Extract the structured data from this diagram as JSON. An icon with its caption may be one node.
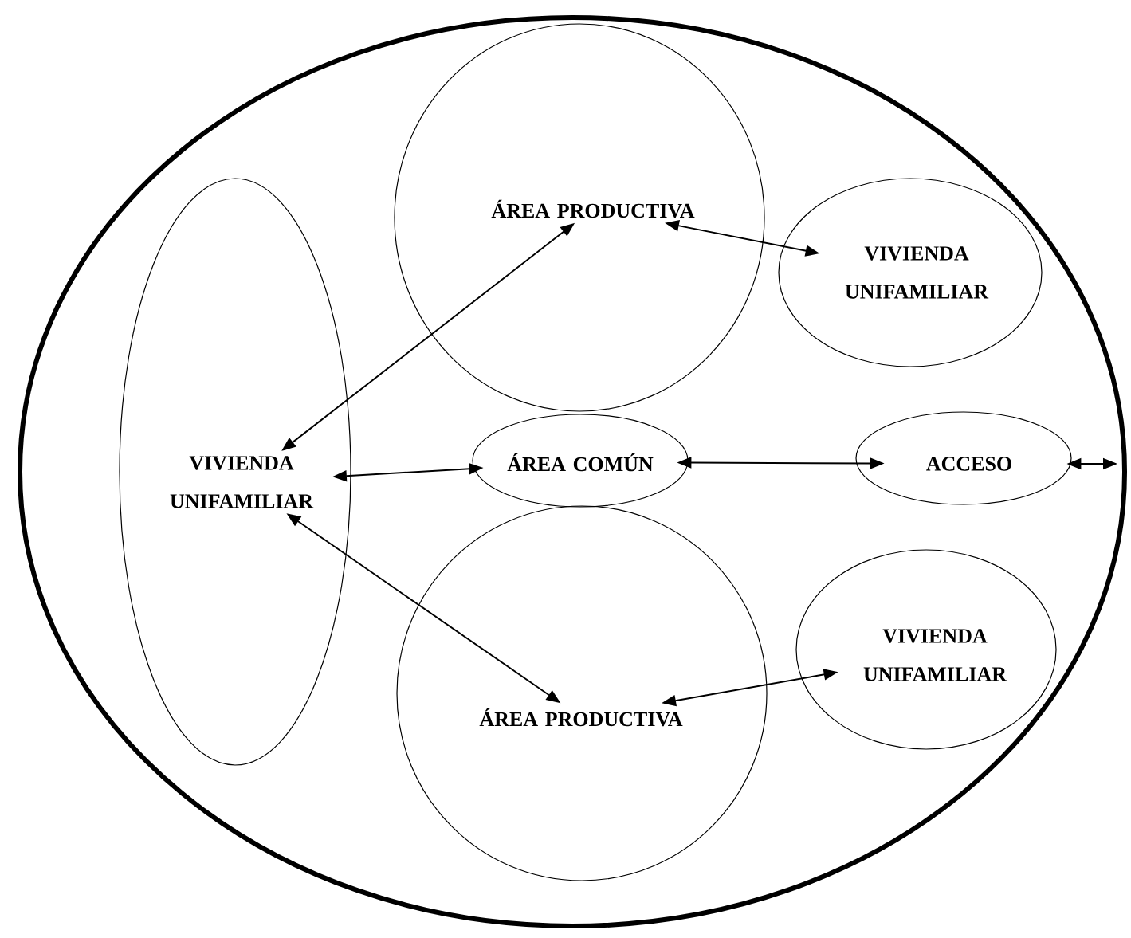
{
  "diagram": {
    "nodes": [
      {
        "text": [],
        "shape": "circle"
      },
      {
        "text": [
          "VIVIENDA UNIFAMILIAR"
        ],
        "in": 0
      },
      {
        "text": [
          "ÁREA PRODUCTIVA"
        ],
        "in": 0
      },
      {
        "text": [
          "VIVIENDA UNIFAMILIAR"
        ],
        "in": 0
      },
      {
        "text": [
          "ÁREA COMÚN"
        ],
        "in": 0
      },
      {
        "text": [
          "ACCESO"
        ],
        "in": 0
      },
      {
        "text": [
          "ÁREA PRODUCTIVA"
        ],
        "in": 0
      },
      {
        "text": [
          "VIVIENDA UNIFAMILIAR"
        ],
        "in": 0
      }
    ],
    "edges": [
      {
        "from": 1,
        "to": 2,
        "arrow": "both"
      },
      {
        "from": 2,
        "to": 3,
        "arrow": "both"
      },
      {
        "from": 1,
        "to": 4,
        "arrow": "both"
      },
      {
        "from": 4,
        "to": 5,
        "arrow": "both"
      },
      {
        "from": 5,
        "to": 0,
        "arrow": "both"
      },
      {
        "from": 1,
        "to": 6,
        "arrow": "both"
      },
      {
        "from": 6,
        "to": 7,
        "arrow": "both"
      }
    ]
  }
}
